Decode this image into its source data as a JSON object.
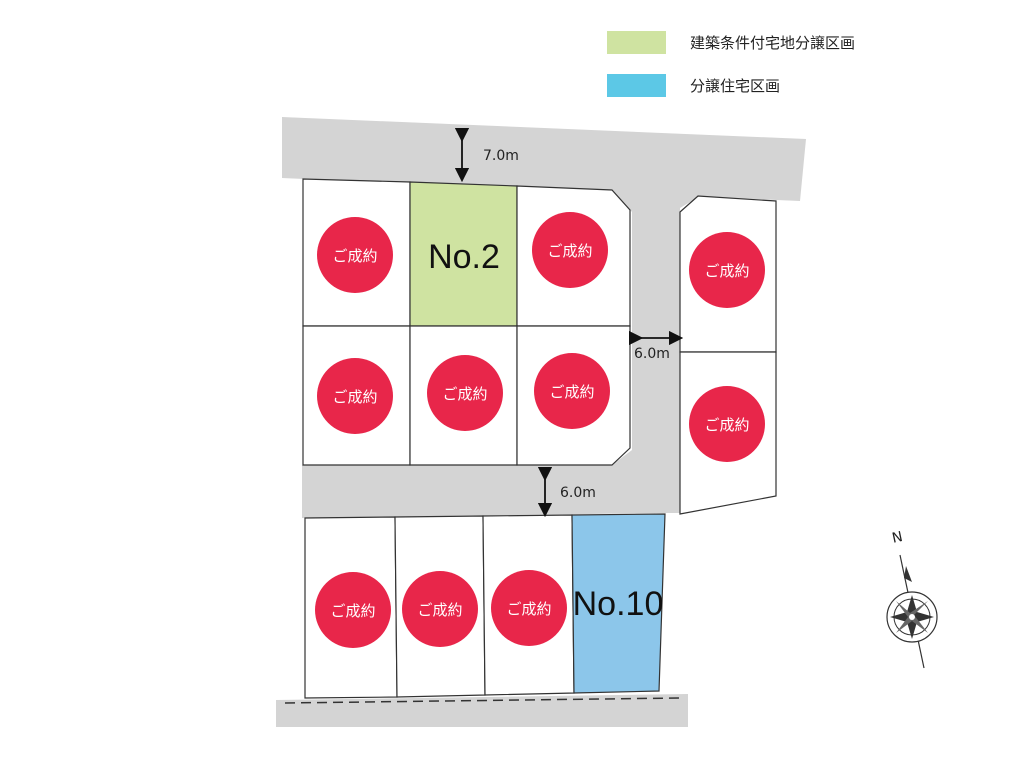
{
  "legend": {
    "items": [
      {
        "label": "建築条件付宅地分譲区画",
        "color": "#cfe3a1"
      },
      {
        "label": "分譲住宅区画",
        "color": "#5cc8e6"
      }
    ]
  },
  "colors": {
    "road": "#d4d4d4",
    "sold_badge": "#e8264a",
    "lot_border": "#333333"
  },
  "roads": {
    "north": "7.0m",
    "center_vertical": "6.0m",
    "center_horizontal": "6.0m"
  },
  "lots": {
    "no2": "No.2",
    "no10": "No.10"
  },
  "sold_label": "ご成約",
  "compass": {
    "north": "N"
  }
}
